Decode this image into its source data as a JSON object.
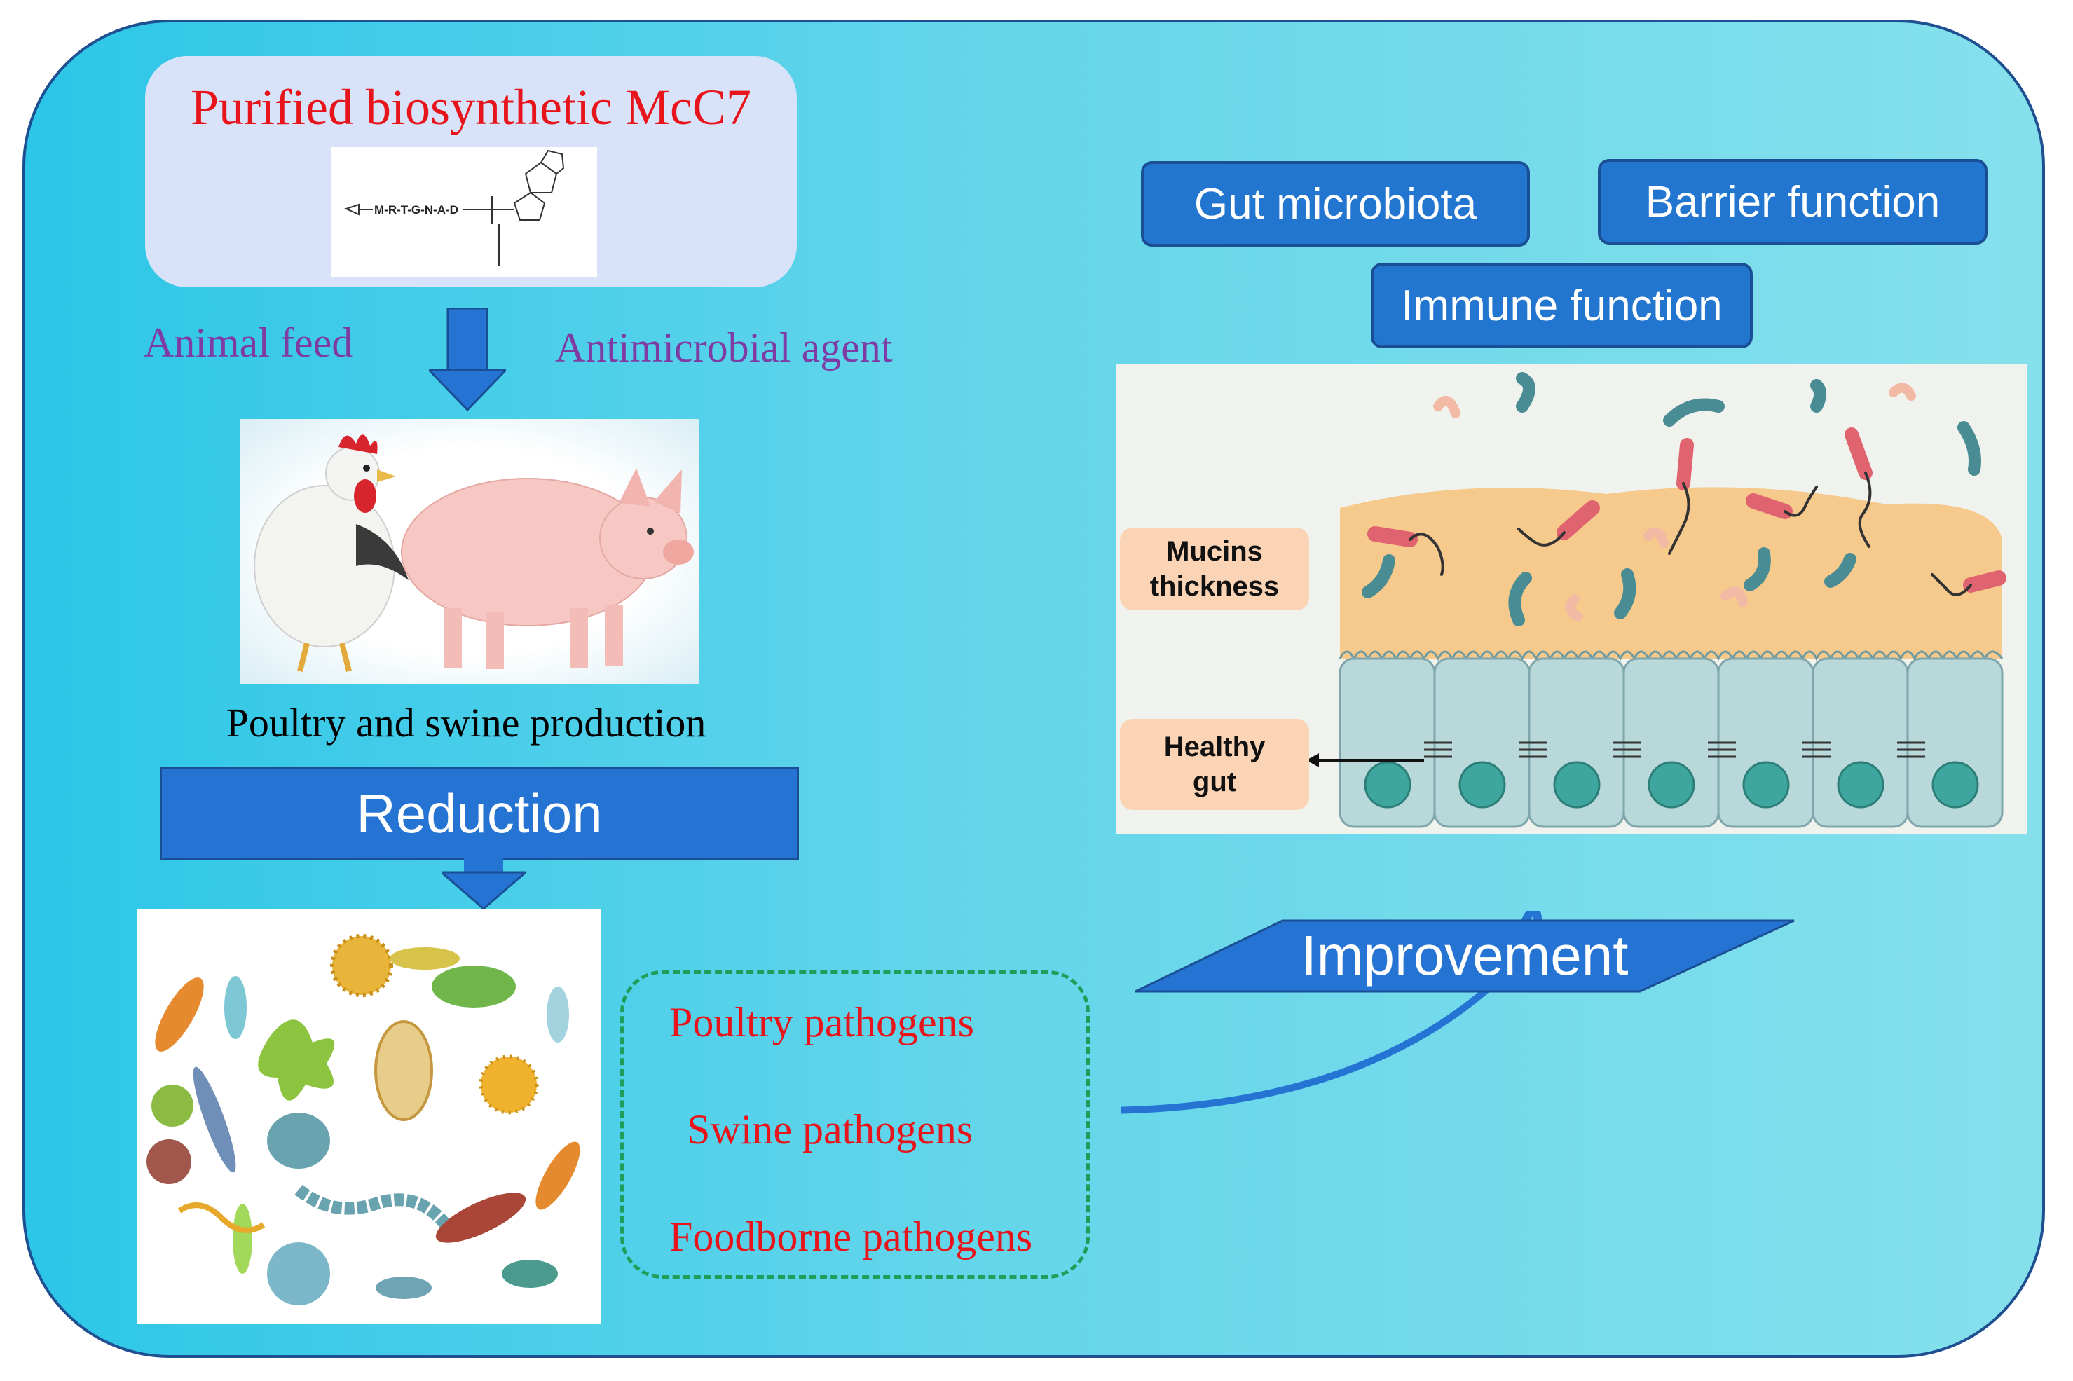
{
  "title": "Purified biosynthetic McC7",
  "structure_formula": "M-R-T-G-N-A-D",
  "left_arrow_label": "Animal feed",
  "right_arrow_label": "Antimicrobial agent",
  "animals_caption": "Poultry and swine production",
  "reduction_label": "Reduction",
  "pathogens": [
    "Poultry pathogens",
    "Swine pathogens",
    "Foodborne pathogens"
  ],
  "functions": {
    "gut_microbiota": "Gut microbiota",
    "barrier_function": "Barrier function",
    "immune_function": "Immune function"
  },
  "gut_labels": {
    "mucins": "Mucins thickness",
    "healthy": "Healthy gut"
  },
  "improvement_label": "Improvement",
  "colors": {
    "arrow_blue": "#2573d3",
    "title_red": "#e8141c",
    "label_purple": "#7d3ba3",
    "mucus": "#f6c98c",
    "bacteria_red": "#e06470",
    "bacteria_teal": "#4a8c94"
  }
}
